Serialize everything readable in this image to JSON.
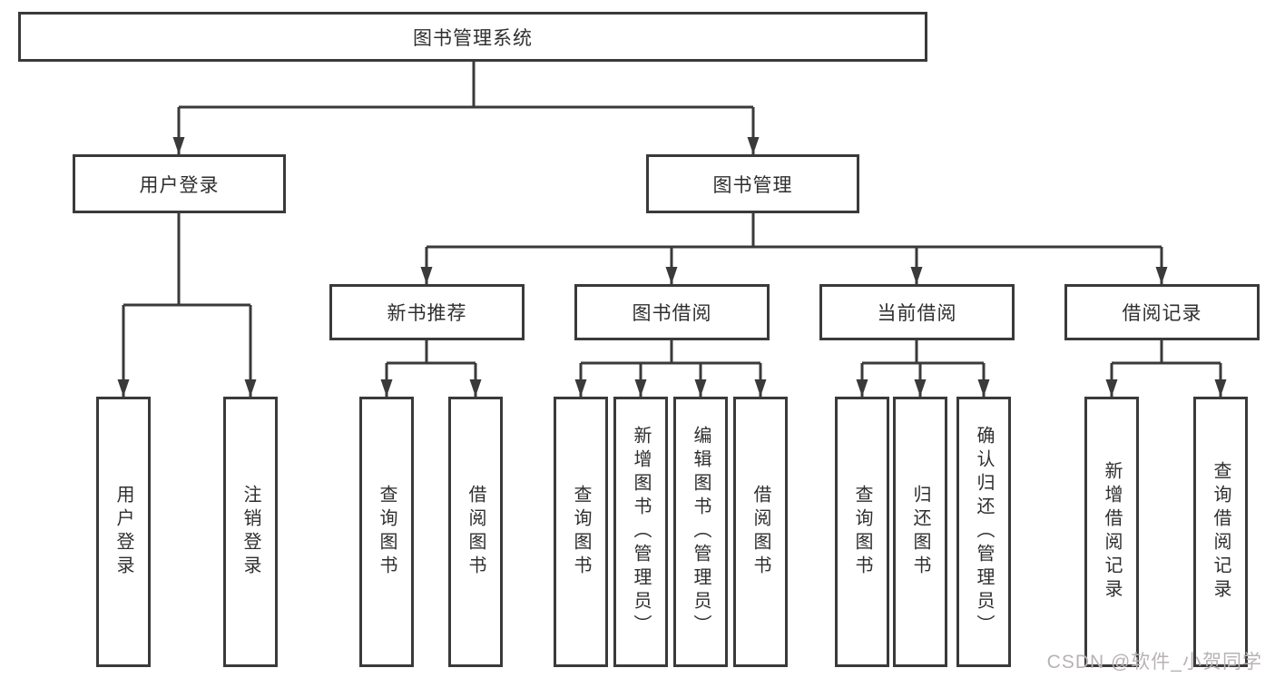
{
  "diagram": {
    "root": {
      "label": "图书管理系统"
    },
    "level2": {
      "user_login": {
        "label": "用户登录"
      },
      "book_management": {
        "label": "图书管理"
      }
    },
    "level3": {
      "new_book_recommend": {
        "label": "新书推荐"
      },
      "book_borrowing": {
        "label": "图书借阅"
      },
      "current_borrowing": {
        "label": "当前借阅"
      },
      "borrowing_records": {
        "label": "借阅记录"
      }
    },
    "leaves": {
      "user_login": [
        "用户登录",
        "注销登录"
      ],
      "new_book_recommend": [
        "查询图书",
        "借阅图书"
      ],
      "book_borrowing": [
        "查询图书",
        "新增图书（管理员）",
        "编辑图书（管理员）",
        "借阅图书"
      ],
      "current_borrowing": [
        "查询图书",
        "归还图书",
        "确认归还（管理员）"
      ],
      "borrowing_records": [
        "新增借阅记录",
        "查询借阅记录"
      ]
    }
  },
  "watermark": {
    "text": "CSDN @软件_小贺同学"
  },
  "colors": {
    "line": "#3a3a3a",
    "text": "#2f2f2f",
    "background": "#ffffff",
    "watermark_text": "#b9b3b3"
  }
}
